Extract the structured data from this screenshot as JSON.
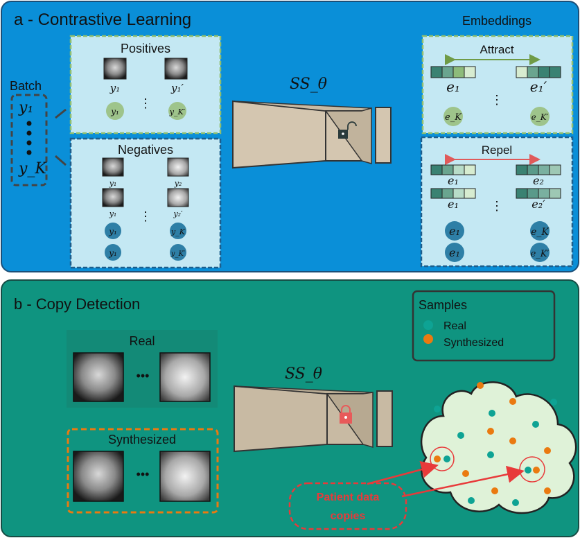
{
  "panel_a": {
    "title": "a - Contrastive Learning",
    "batch_label": "Batch",
    "batch_top": "y₁",
    "batch_bottom": "y_K",
    "positives_title": "Positives",
    "positives": {
      "img1": "y₁",
      "img2": "y₁′",
      "dot1": "y₁",
      "dot2": "y_K′"
    },
    "negatives_title": "Negatives",
    "negatives": {
      "r1a": "y₁",
      "r1b": "y₂",
      "r2a": "y₁",
      "r2b": "y₂′",
      "c1a": "y₁",
      "c1b": "y_K",
      "c2a": "y₁",
      "c2b": "y_K′"
    },
    "model_label": "SS_θ",
    "embeddings_title": "Embeddings",
    "attract_label": "Attract",
    "attract": {
      "e1": "e₁",
      "e2": "e₁′",
      "c1": "e_K",
      "c2": "e_K′"
    },
    "repel_label": "Repel",
    "repel": {
      "r1a": "e₁",
      "r1b": "e₂",
      "r2a": "e₁",
      "r2b": "e₂′",
      "c1a": "e₁",
      "c1b": "e_K",
      "c2a": "e₁",
      "c2b": "e_K′"
    },
    "dots": "⋮"
  },
  "panel_b": {
    "title": "b - Copy Detection",
    "real_label": "Real",
    "synth_label": "Synthesized",
    "ellipsis": "•••",
    "model_label": "SS_θ",
    "legend_title": "Samples",
    "legend_real": "Real",
    "legend_synth": "Synthesized",
    "copies_label_1": "Patient data",
    "copies_label_2": "copies"
  },
  "colors": {
    "panel_a_bg": "#0a8fd8",
    "panel_b_bg": "#0f9480",
    "box_fill": "#c4e8f3",
    "pos_border": "#8fbf70",
    "neg_border": "#1d5e8c",
    "real_dot": "#0ea394",
    "synth_dot": "#ea7a10",
    "cloud": "#dff2d8",
    "copy_red": "#e83a3a"
  }
}
